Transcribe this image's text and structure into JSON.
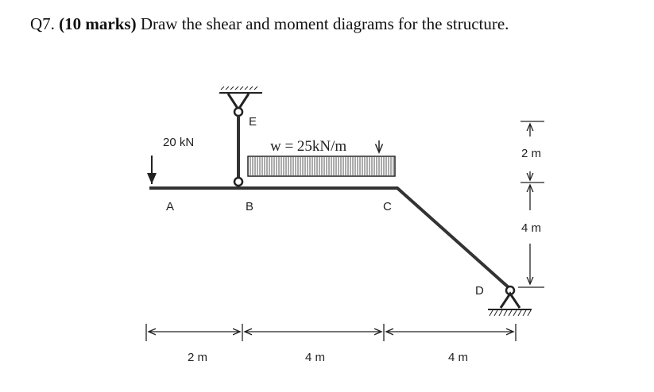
{
  "question": {
    "number": "Q7.",
    "marks": "(10 marks)",
    "text": "Draw the shear and moment diagrams for the structure."
  },
  "diagram": {
    "point_load": "20 kN",
    "distributed_load": "w = 25kN/m",
    "points": {
      "A": "A",
      "B": "B",
      "C": "C",
      "D": "D",
      "E": "E"
    },
    "horizontal_dims": [
      "2 m",
      "4 m",
      "4 m"
    ],
    "vertical_dims": [
      "2 m",
      "4 m"
    ]
  }
}
